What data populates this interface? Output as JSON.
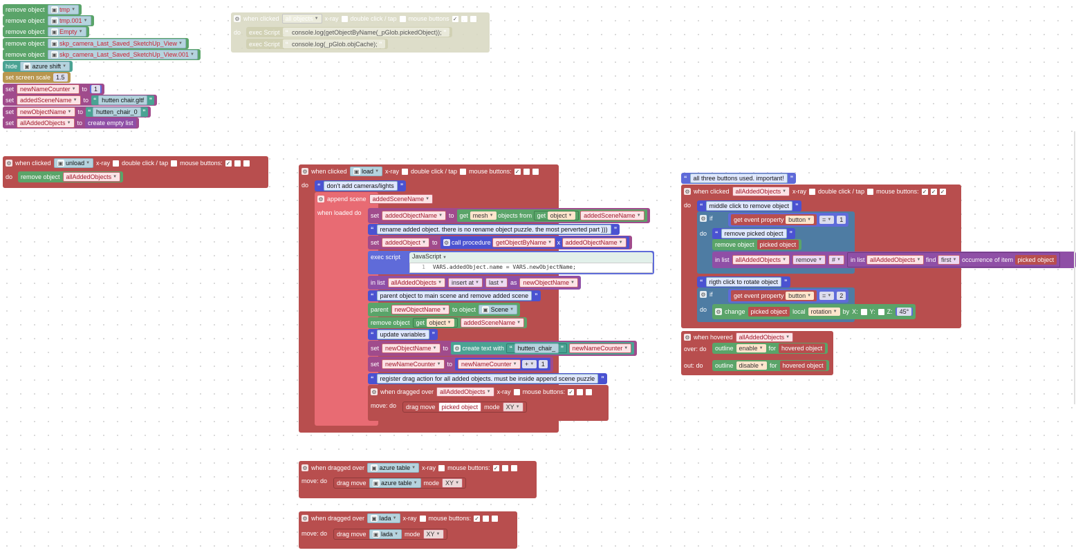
{
  "top_left": {
    "remove_label": "remove object",
    "objects": [
      "tmp",
      "tmp.001",
      "Empty",
      "skp_camera_Last_Saved_SketchUp_View",
      "skp_camera_Last_Saved_SketchUp_View.001"
    ],
    "hide_label": "hide",
    "hide_obj": "azure shift",
    "scale_label": "set screen scale",
    "scale_value": "1.5",
    "set_label": "set",
    "to_label": "to",
    "var1": "newNameCounter",
    "val1": "1",
    "var2": "addedSceneName",
    "val2": "hutten chair.gltf",
    "var3": "newObjectName",
    "val3": "hutten_chair_0",
    "var4": "allAddedObjects",
    "val4": "create empty list"
  },
  "top_center": {
    "when_clicked": "when clicked",
    "target": "all objects",
    "xray": "x-ray",
    "dbl": "double click / tap",
    "mouse": "mouse buttons",
    "do": "do",
    "exec": "exec Script",
    "line1": "console.log(getObjectByName(_pGlob.pickedObject));",
    "line2": "console.log(_pGlob.objCache);"
  },
  "unload": {
    "when_clicked": "when clicked",
    "target": "unload",
    "xray": "x-ray",
    "dbl": "double click / tap",
    "mouse": "mouse buttons:",
    "do": "do",
    "remove": "remove object",
    "var": "allAddedObjects"
  },
  "load": {
    "when_clicked": "when clicked",
    "target": "load",
    "xray": "x-ray",
    "dbl": "double click / tap",
    "mouse": "mouse buttons:",
    "do": "do",
    "comment1": "don't add cameras/lights",
    "append": "append scene",
    "append_var": "addedSceneName",
    "loaded": "when loaded do",
    "set": "set",
    "to": "to",
    "var_added_obj_name": "addedObjectName",
    "get": "get",
    "mesh": "mesh",
    "objects_from": "objects from",
    "object": "object",
    "comment2": "rename added object. there is no rename object puzzle. the most perverted part ))) ",
    "var_added_obj": "addedObject",
    "call": "call procedure",
    "proc": "getObjectByName",
    "x": "x",
    "exec_script": "exec script",
    "lang": "JavaScript",
    "line_no": "1",
    "code": "VARS.addedObject.name = VARS.newObjectName;",
    "in_list": "in list",
    "list_var": "allAddedObjects",
    "insert_at": "insert at",
    "last": "last",
    "as": "as",
    "var_new_obj_name": "newObjectName",
    "comment3": "parent object to main scene and remove added scene",
    "parent": "parent",
    "to_object": "to object",
    "scene": "Scene",
    "remove": "remove object",
    "comment4": "update variables",
    "create_text": "create text with",
    "text_val": "hutten_chair_",
    "var_counter": "newNameCounter",
    "plus": "+",
    "one": "1",
    "comment5": "register drag action for all added objects. must be inside append scene puzzle",
    "dragged": "when dragged over",
    "mouse_b": "mouse buttons:",
    "move_do": "move: do",
    "drag_move": "drag move",
    "picked": "picked object",
    "mode": "mode",
    "xy": "XY"
  },
  "right": {
    "comment_top": "all three buttons used. important!",
    "when_clicked": "when clicked",
    "target": "allAddedObjects",
    "xray": "x-ray",
    "dbl": "double click / tap",
    "mouse": "mouse buttons:",
    "do": "do",
    "comment_mid": "middle click to remove object",
    "if": "if",
    "get_event": "get event property",
    "button": "button",
    "eq": "=",
    "one": "1",
    "comment_rm": "remove picked object",
    "remove": "remove object",
    "picked": "picked object",
    "in_list": "in list",
    "remove_op": "remove",
    "hash": "#",
    "find": "find",
    "first": "first",
    "occurrence": "occurrence of item",
    "comment_rot": "rigth click to rotate object",
    "two": "2",
    "change": "change",
    "local": "local",
    "rotation": "rotation",
    "by": "by",
    "X": "X:",
    "Y": "Y:",
    "Z": "Z:",
    "deg": "45°",
    "hovered": "when hovered",
    "over_do": "over: do",
    "out_do": "out: do",
    "outline": "outline",
    "enable": "enable",
    "disable": "disable",
    "for": "for",
    "hovered_obj": "hovered object"
  },
  "drag_table": {
    "dragged": "when dragged over",
    "obj": "azure table",
    "xray": "x-ray",
    "mouse": "mouse buttons:",
    "move_do": "move: do",
    "drag_move": "drag move",
    "mode": "mode",
    "xy": "XY"
  },
  "drag_lada": {
    "dragged": "when dragged over",
    "obj": "lada",
    "xray": "x-ray",
    "mouse": "mouse buttons:",
    "move_do": "move: do",
    "drag_move": "drag move",
    "mode": "mode",
    "xy": "XY"
  }
}
